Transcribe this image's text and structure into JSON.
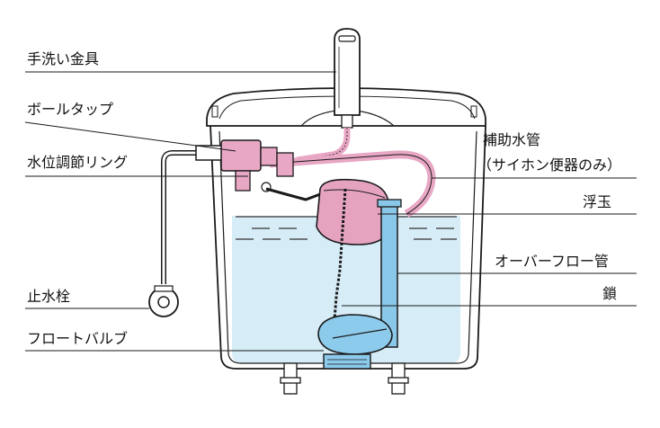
{
  "labels": {
    "faucet": "手洗い金具",
    "ball_tap": "ボールタップ",
    "water_level_ring": "水位調節リング",
    "refill_tube": "補助水管",
    "refill_tube_note": "（サイホン便器のみ）",
    "float_ball": "浮玉",
    "overflow_pipe": "オーバーフロー管",
    "chain": "鎖",
    "stop_valve": "止水栓",
    "flapper_valve": "フロートバルブ"
  },
  "colors": {
    "water": "#d6ecf7",
    "overflow_pipe": "#8ac8ea",
    "ball_tap": "#e8a7c4",
    "float_ball": "#e6a3c0",
    "flapper": "#8dcbec",
    "outline": "#1a1a1a"
  }
}
